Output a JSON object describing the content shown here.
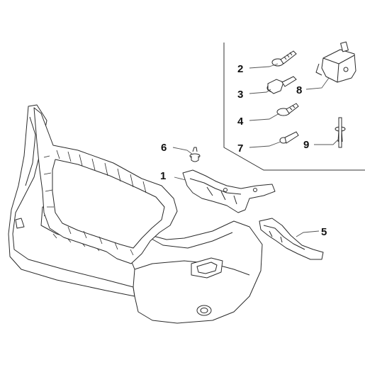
{
  "diagram": {
    "kind": "exploded-parts-view",
    "assembly": "front bumper",
    "colors": {
      "line": "#2a2a2a",
      "leader": "#555555",
      "fill": "#ffffff"
    }
  },
  "callouts": [
    {
      "id": "1",
      "label": "1",
      "part": "front bumper support bracket"
    },
    {
      "id": "2",
      "label": "2",
      "part": "screw"
    },
    {
      "id": "3",
      "label": "3",
      "part": "flange bolt"
    },
    {
      "id": "4",
      "label": "4",
      "part": "screw"
    },
    {
      "id": "5",
      "label": "5",
      "part": "side bumper bracket"
    },
    {
      "id": "6",
      "label": "6",
      "part": "push clip"
    },
    {
      "id": "7",
      "label": "7",
      "part": "bolt"
    },
    {
      "id": "8",
      "label": "8",
      "part": "sensor module"
    },
    {
      "id": "9",
      "label": "9",
      "part": "rivet"
    }
  ]
}
